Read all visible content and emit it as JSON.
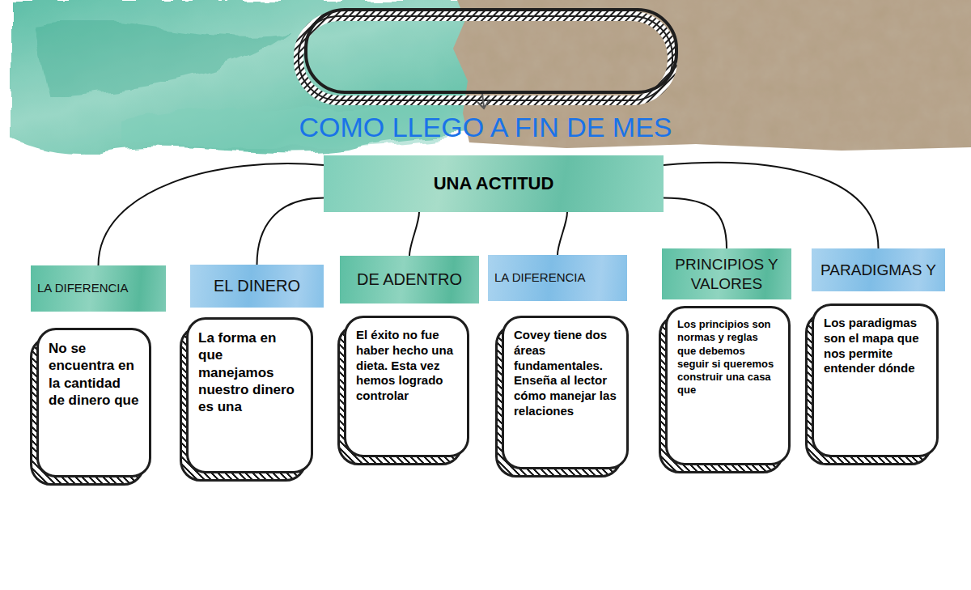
{
  "diagram": {
    "title": "COMO LLEGO A FIN DE MES",
    "nodes": [
      {
        "text": [
          "UNA ACTITUD"
        ]
      },
      {
        "text": [
          "LA DIFERENCIA"
        ]
      },
      {
        "text": [
          "No se encuentra en la cantidad de dinero que"
        ]
      },
      {
        "text": [
          "EL DINERO"
        ]
      },
      {
        "text": [
          "La forma en que manejamos nuestro dinero es una"
        ]
      },
      {
        "text": [
          "DE ADENTRO"
        ]
      },
      {
        "text": [
          "El éxito no fue haber hecho una dieta. Esta vez hemos logrado controlar"
        ]
      },
      {
        "text": [
          "LA DIFERENCIA"
        ]
      },
      {
        "text": [
          "Covey tiene dos áreas fundamentales. Enseña al lector cómo manejar las relaciones"
        ]
      },
      {
        "text": [
          "PRINCIPIOS Y VALORES"
        ]
      },
      {
        "text": [
          "Los principios son normas y reglas que debemos seguir si queremos construir una casa que"
        ]
      },
      {
        "text": [
          "PARADIGMAS Y"
        ]
      },
      {
        "text": [
          "Los paradigmas son el mapa que nos permite entender dónde"
        ]
      }
    ],
    "edges": [
      {
        "from": 0,
        "to": 1,
        "arrow": "none"
      },
      {
        "from": 0,
        "to": 3,
        "arrow": "none"
      },
      {
        "from": 0,
        "to": 5,
        "arrow": "none"
      },
      {
        "from": 0,
        "to": 7,
        "arrow": "none"
      },
      {
        "from": 0,
        "to": 9,
        "arrow": "none"
      },
      {
        "from": 0,
        "to": 11,
        "arrow": "none"
      }
    ]
  }
}
